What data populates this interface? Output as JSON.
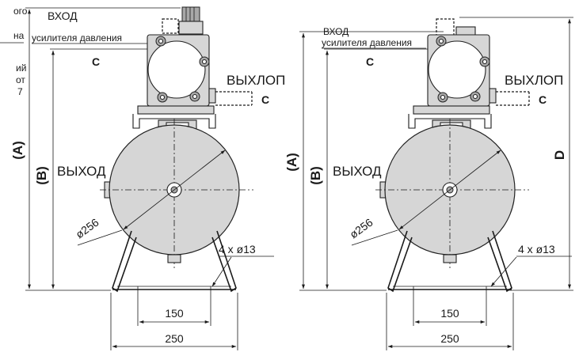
{
  "side_note": {
    "line1": "ого",
    "line2": "на",
    "line3": "ий",
    "line4": "от",
    "line5": "7"
  },
  "left_view": {
    "inlet_label": "ВХОД",
    "inlet_sub": "усилителя давления",
    "inlet_port": "C",
    "exhaust_label": "ВЫХЛОП",
    "exhaust_port": "C",
    "outlet_label": "ВЫХОД",
    "dim_a": "(A)",
    "dim_b": "(B)",
    "diameter": "ø256",
    "holes": "4 x ø13",
    "dim_150": "150",
    "dim_250": "250"
  },
  "right_view": {
    "inlet_label": "ВХОД",
    "inlet_sub": "усилителя давления",
    "inlet_port": "C",
    "exhaust_label": "ВЫХЛОП",
    "exhaust_port": "C",
    "outlet_label": "ВЫХОД",
    "dim_a": "(A)",
    "dim_b": "(B)",
    "dim_d": "D",
    "diameter": "ø256",
    "holes": "4 x ø13",
    "dim_150": "150",
    "dim_250": "250"
  }
}
